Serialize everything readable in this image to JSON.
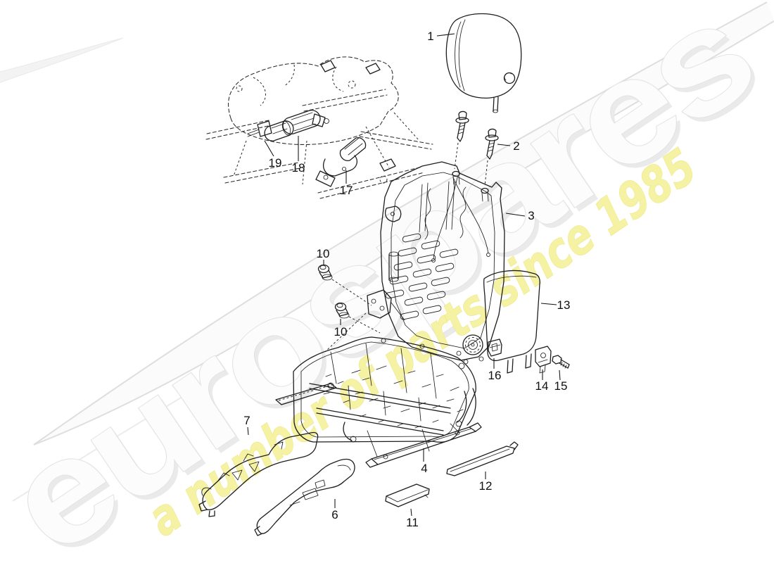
{
  "watermark": {
    "brand": "eurospares",
    "tagline": "a number of parts since 1985",
    "colors": {
      "brand_fill": "#fcfcfc",
      "brand_shadow": "#eaeaea",
      "brand_edge": "#e3e3e3",
      "tagline_fill": "#f5f2a4",
      "tagline_edge": "#e9e47a",
      "swoosh_edge": "#dedede",
      "diagram_line": "#1e1e1e"
    }
  },
  "callouts": {
    "p1": "1",
    "p2": "2",
    "p3": "3",
    "p4": "4",
    "p6": "6",
    "p7": "7",
    "p10a": "10",
    "p10b": "10",
    "p11": "11",
    "p12": "12",
    "p13": "13",
    "p14": "14",
    "p15": "15",
    "p16": "16",
    "p17": "17",
    "p18": "18",
    "p19": "19"
  }
}
